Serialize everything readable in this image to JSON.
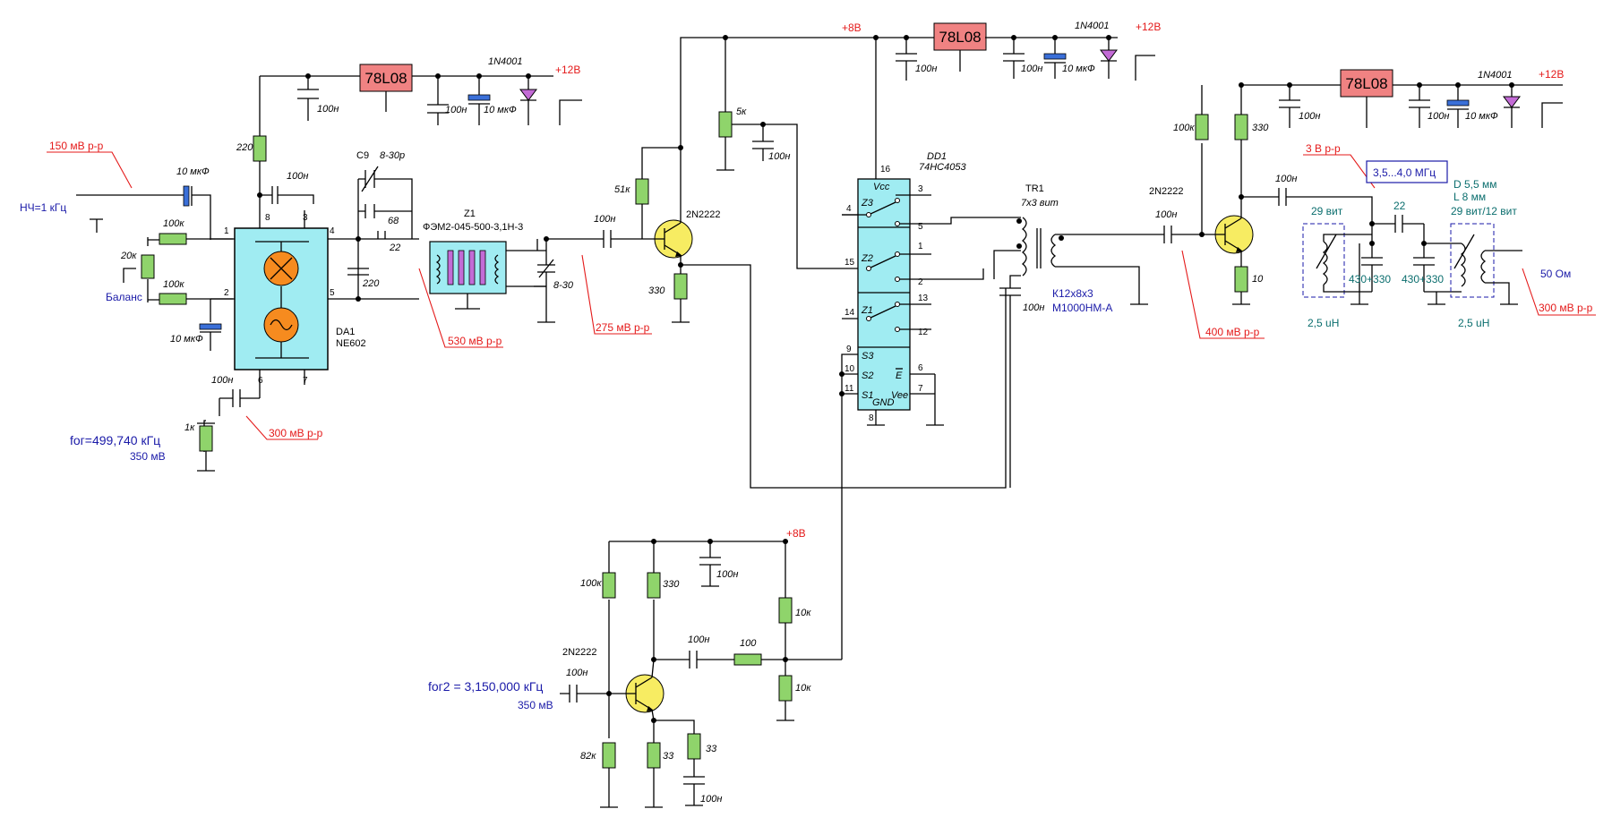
{
  "regulators": [
    "78L08",
    "78L08",
    "78L08"
  ],
  "power": {
    "plus12": "+12В",
    "plus8": "+8В",
    "diode": "1N4001"
  },
  "levels": {
    "in_af": "150 мВ р-р",
    "lo1": "300 мВ р-р",
    "after_mix": "530 мВ р-р",
    "after_filter": "275 мВ р-р",
    "driver": "400 мВ р-р",
    "pa_out": "3 В р-р",
    "out": "300 мВ р-р"
  },
  "inputs": {
    "af": "НЧ=1 кГц",
    "lo1_freq": "fог=499,740 кГц",
    "lo1_level": "350 мВ",
    "lo2_freq": "fог2 = 3,150,000 кГц",
    "lo2_level": "350 мВ",
    "balance": "Баланс"
  },
  "mixer": {
    "ref": "DA1",
    "part": "NE602"
  },
  "filter": {
    "ref": "Z1",
    "part": "ФЭМ2-045-500-3,1Н-3",
    "trim": "C9",
    "trim_val": "8-30р"
  },
  "switch": {
    "ref": "DD1",
    "part": "74HC4053",
    "vcc": "Vcc",
    "gnd": "GND",
    "vee": "Vee",
    "en": "E",
    "sections": [
      "Z3",
      "Z2",
      "Z1"
    ],
    "selects": [
      "S3",
      "S2",
      "S1"
    ]
  },
  "transformer": {
    "ref": "TR1",
    "turns": "7х3 вит",
    "core": "К12х8х3",
    "ferrite": "М1000НМ-А"
  },
  "transistor": "2N2222",
  "output_filter": {
    "band": "3,5...4,0 МГц",
    "coil_d": "D 5,5 мм",
    "coil_l": "L 8 мм",
    "turns1": "29 вит",
    "turns2": "29 вит/12 вит",
    "cap": "430+330",
    "ind": "2,5 uH",
    "couple": "22",
    "load": "50 Ом"
  },
  "values": {
    "r220": "220",
    "r100k": "100к",
    "r20k": "20к",
    "r1k": "1к",
    "r5k": "5к",
    "r51k": "51к",
    "r330": "330",
    "r10": "10",
    "r10k": "10к",
    "r82k": "82к",
    "r33": "33",
    "r100": "100",
    "c100n": "100н",
    "c10u": "10 мкФ",
    "c68": "68",
    "c22": "22",
    "c220": "220",
    "c830": "8-30"
  },
  "pins": {
    "mixer": [
      "1",
      "2",
      "3",
      "4",
      "5",
      "6",
      "7",
      "8"
    ],
    "switch": [
      "16",
      "4",
      "15",
      "14",
      "9",
      "10",
      "11",
      "8",
      "3",
      "5",
      "1",
      "2",
      "13",
      "12",
      "6",
      "7"
    ]
  }
}
